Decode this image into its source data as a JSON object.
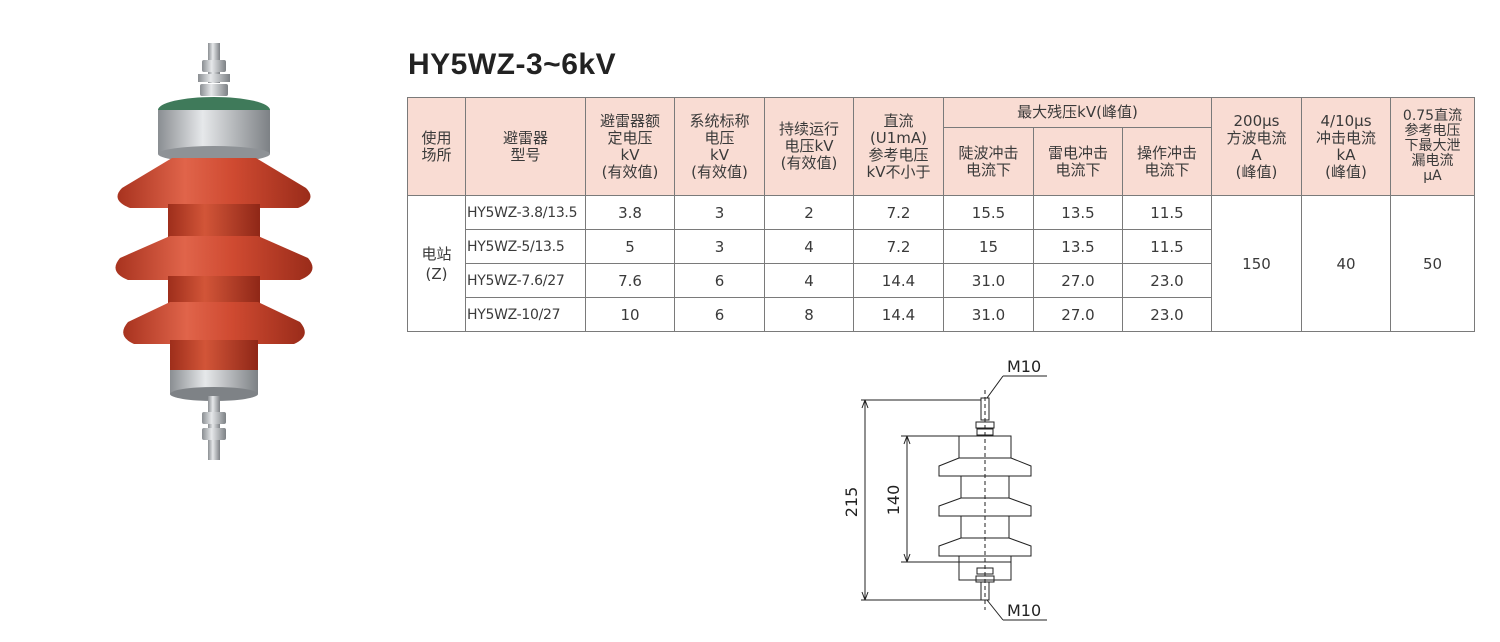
{
  "title": "HY5WZ-3~6kV",
  "table": {
    "headers": {
      "usage": "使用\n场所",
      "model": "避雷器\n型号",
      "rated_voltage": "避雷器额\n定电压\nkV\n(有效值)",
      "system_voltage": "系统标称\n电压\nkV\n(有效值)",
      "continuous_voltage": "持续运行\n电压kV\n(有效值)",
      "dc_reference": "直流\n(U1mA)\n参考电压\nkV不小于",
      "residual_group": "最大残压kV(峰值)",
      "steep_wave": "陡波冲击\n电流下",
      "lightning": "雷电冲击\n电流下",
      "switching": "操作冲击\n电流下",
      "square_wave": "200μs\n方波电流\nA\n(峰值)",
      "impulse": "4/10μs\n冲击电流\nkA\n(峰值)",
      "leakage": "0.75直流\n参考电压\n下最大泄\n漏电流\nμA"
    },
    "usage_value": "电站\n(Z)",
    "rows": [
      {
        "model": "HY5WZ-3.8/13.5",
        "rated": "3.8",
        "system": "3",
        "continuous": "2",
        "dc": "7.2",
        "steep": "15.5",
        "lightning": "13.5",
        "switching": "11.5"
      },
      {
        "model": "HY5WZ-5/13.5",
        "rated": "5",
        "system": "3",
        "continuous": "4",
        "dc": "7.2",
        "steep": "15",
        "lightning": "13.5",
        "switching": "11.5"
      },
      {
        "model": "HY5WZ-7.6/27",
        "rated": "7.6",
        "system": "6",
        "continuous": "4",
        "dc": "14.4",
        "steep": "31.0",
        "lightning": "27.0",
        "switching": "23.0"
      },
      {
        "model": "HY5WZ-10/27",
        "rated": "10",
        "system": "6",
        "continuous": "8",
        "dc": "14.4",
        "steep": "31.0",
        "lightning": "27.0",
        "switching": "23.0"
      }
    ],
    "square_wave_value": "150",
    "impulse_value": "40",
    "leakage_value": "50"
  },
  "drawing": {
    "top_thread": "M10",
    "bottom_thread": "M10",
    "overall_length": "215",
    "body_length": "140"
  },
  "colors": {
    "header_bg": "#f9dcd3",
    "sheds": "#c9432d",
    "metal": "#b8bcc0"
  }
}
